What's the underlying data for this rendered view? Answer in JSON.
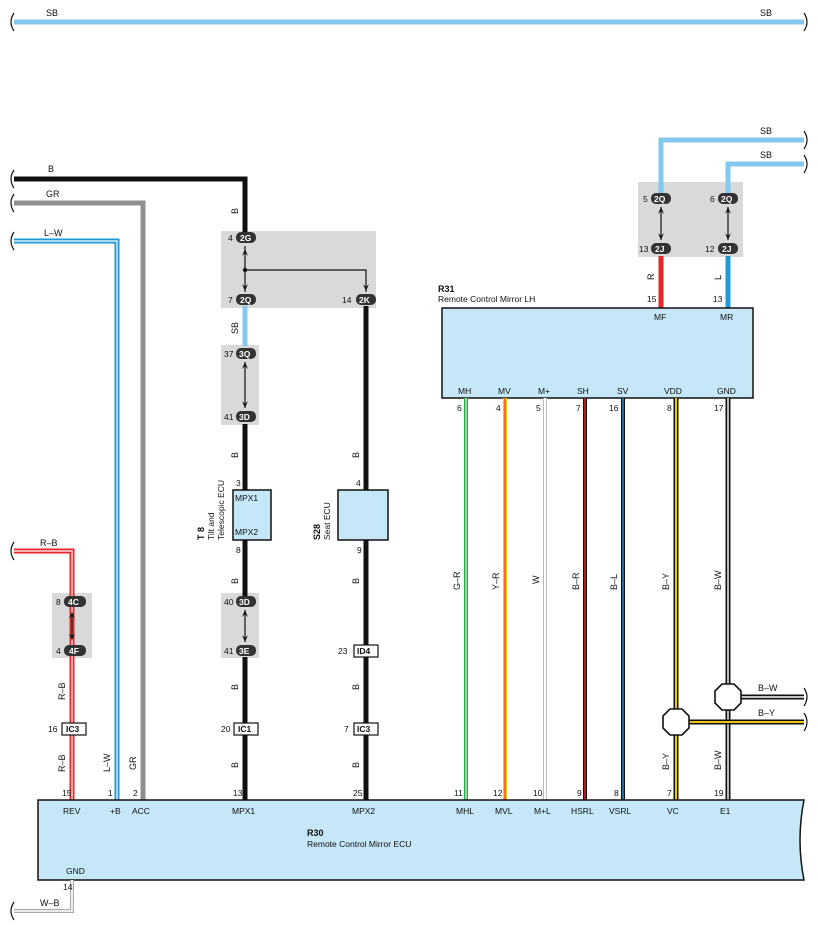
{
  "top_bus": {
    "left_label": "SB",
    "right_label": "SB"
  },
  "wires": {
    "b": "B",
    "gr": "GR",
    "lw": "L–W",
    "rb": "R–B",
    "wb": "W–B",
    "sb": "SB",
    "r": "R",
    "l": "L",
    "gr2": "G–R",
    "yr": "Y–R",
    "w": "W",
    "br": "B–R",
    "bl": "B–L",
    "by": "B–Y",
    "bw": "B–W"
  },
  "connectors": {
    "c2G": "2G",
    "c2Q": "2Q",
    "c2K": "2K",
    "c3Q": "3Q",
    "c3D": "3D",
    "c3D2": "3D",
    "c3E": "3E",
    "c4C": "4C",
    "c4F": "4F",
    "cIC1": "IC1",
    "cIC3a": "IC3",
    "cIC3b": "IC3",
    "cID4": "ID4",
    "c2Qa": "2Q",
    "c2Qb": "2Q",
    "c2Ja": "2J",
    "c2Jb": "2J"
  },
  "pins": {
    "p4": "4",
    "p7": "7",
    "p14": "14",
    "p37": "37",
    "p41": "41",
    "p3": "3",
    "p8": "8",
    "p40": "40",
    "p41b": "41",
    "p20": "20",
    "p13": "13",
    "p4b": "4",
    "p9": "9",
    "p23": "23",
    "p7b": "7",
    "p25": "25",
    "p8c": "8",
    "p4c": "4",
    "p16": "16",
    "p15": "15",
    "p1": "1",
    "p2": "2",
    "p5": "5",
    "p6": "6",
    "p13a": "13",
    "p12a": "12",
    "p15r": "15",
    "p13r": "13",
    "r31_6": "6",
    "r31_4": "4",
    "r31_5": "5",
    "r31_7": "7",
    "r31_16": "16",
    "r31_8": "8",
    "r31_17": "17",
    "r30_11": "11",
    "r30_12": "12",
    "r30_10": "10",
    "r30_9": "9",
    "r30_8": "8",
    "r30_7": "7",
    "r30_19": "19",
    "r30_14": "14"
  },
  "t8": {
    "code": "T 8",
    "name1": "Tilt and",
    "name2": "Telescopic ECU",
    "pin_a": "MPX1",
    "pin_b": "MPX2"
  },
  "s28": {
    "code": "S28",
    "name": "Seat ECU"
  },
  "r31": {
    "code": "R31",
    "name": "Remote Control Mirror LH",
    "top_pins": [
      "MF",
      "MR"
    ],
    "bottom_pins": [
      "MH",
      "MV",
      "M+",
      "SH",
      "SV",
      "VDD",
      "GND"
    ]
  },
  "r30": {
    "code": "R30",
    "name": "Remote Control Mirror ECU",
    "pins": [
      "REV",
      "+B",
      "ACC",
      "MPX1",
      "MPX2",
      "MHL",
      "MVL",
      "M+L",
      "HSRL",
      "VSRL",
      "VC",
      "E1"
    ],
    "gnd": "GND"
  },
  "colors": {
    "sb": "#84c8ee",
    "black": "#111111",
    "grey": "#8f8f8f",
    "red": "#e8262b",
    "blue": "#1e9ad7",
    "yellow": "#f2c418",
    "green": "#2eaa4a",
    "ecu": "#c5e7f7",
    "shade": "#d9d9d9"
  }
}
